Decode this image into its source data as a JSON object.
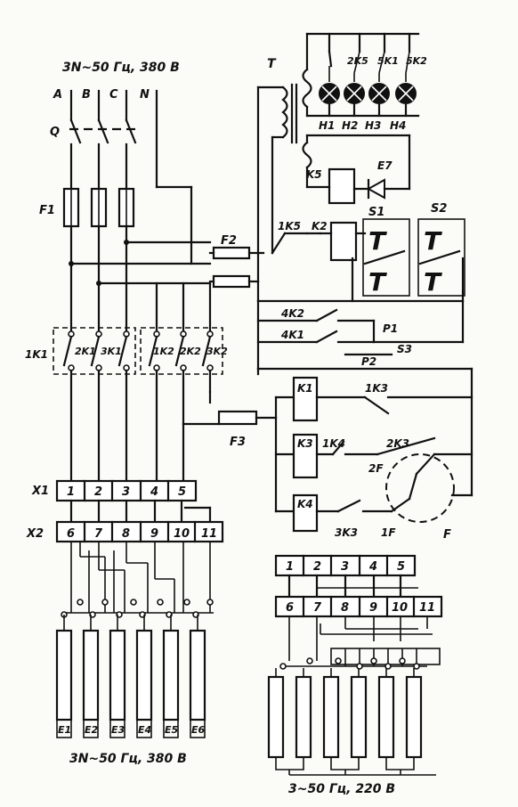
{
  "supply_top": "3N~50 Гц, 380 В",
  "supply_bottom_left": "3N~50 Гц, 380 В",
  "supply_bottom_right": "3~50 Гц, 220 В",
  "phases": [
    "A",
    "B",
    "C",
    "N"
  ],
  "switch_q": "Q",
  "fuse_f1": "F1",
  "fuse_f2": "F2",
  "fuse_f3": "F3",
  "transformer_t": "T",
  "contacts_1k1_group": [
    "1K1",
    "2K1",
    "3K1"
  ],
  "contacts_1k2_group": [
    "1K2",
    "2K2",
    "3K2"
  ],
  "lamp_contacts": [
    "2K5",
    "5K1",
    "5K2"
  ],
  "lamps": [
    "H1",
    "H2",
    "H3",
    "H4"
  ],
  "relay_k5": "K5",
  "diode_e7": "E7",
  "switches": [
    "S1",
    "S2"
  ],
  "contact_1k5": "1K5",
  "relay_k2": "K2",
  "contact_4k2": "4K2",
  "contact_4k1": "4K1",
  "switch_p1": "P1",
  "switch_s3": "S3",
  "switch_p2": "P2",
  "relay_k1": "K1",
  "contact_1k3": "1K3",
  "relay_k3": "K3",
  "contact_1k4": "1K4",
  "contact_2k3": "2K3",
  "contact_2f": "2F",
  "relay_k4": "K4",
  "contact_3k3": "3K3",
  "contact_1f": "1F",
  "thermostat_f": "F",
  "terminal_x1": "X1",
  "terminal_x2": "X2",
  "x1_terms": [
    "1",
    "2",
    "3",
    "4",
    "5"
  ],
  "x2_terms": [
    "6",
    "7",
    "8",
    "9",
    "10",
    "11"
  ],
  "heaters": [
    "E1",
    "E2",
    "E3",
    "E4",
    "E5",
    "E6"
  ]
}
